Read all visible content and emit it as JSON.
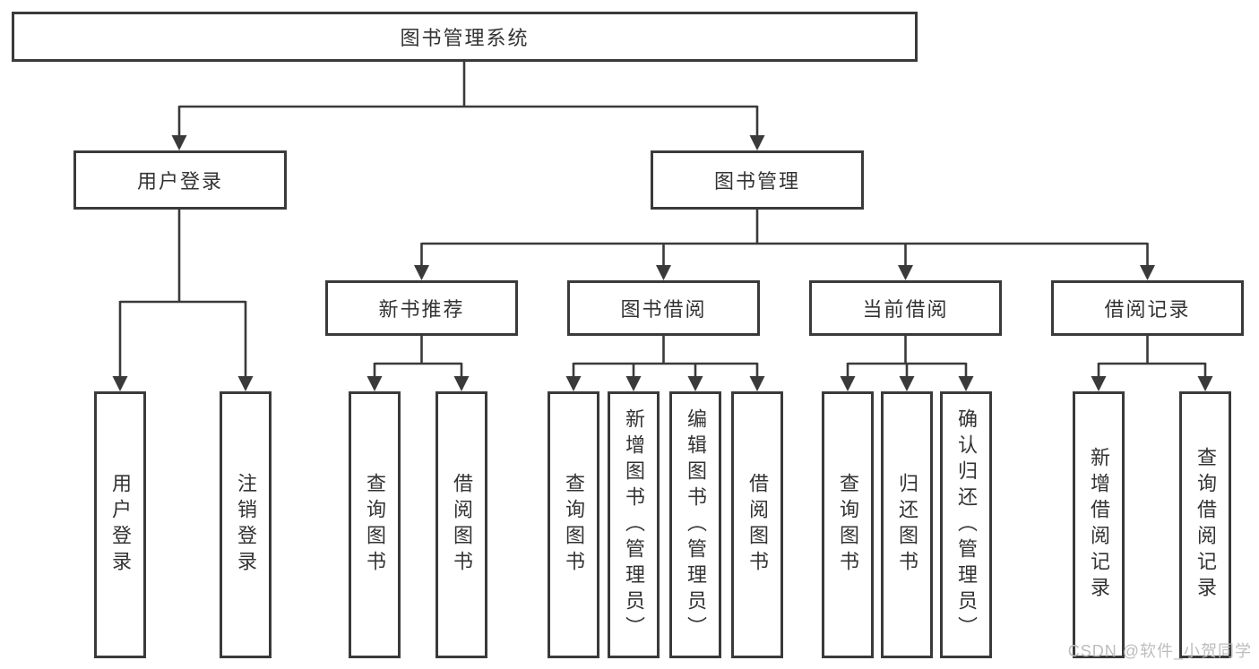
{
  "diagram": {
    "root": {
      "label": "图书管理系统"
    },
    "level2": [
      {
        "label": "用户登录"
      },
      {
        "label": "图书管理"
      }
    ],
    "level3": [
      {
        "label": "新书推荐"
      },
      {
        "label": "图书借阅"
      },
      {
        "label": "当前借阅"
      },
      {
        "label": "借阅记录"
      }
    ],
    "leaves": [
      {
        "label": "用户登录"
      },
      {
        "label": "注销登录"
      },
      {
        "label": "查询图书"
      },
      {
        "label": "借阅图书"
      },
      {
        "label": "查询图书"
      },
      {
        "label": "新增图书（管理员）"
      },
      {
        "label": "编辑图书（管理员）"
      },
      {
        "label": "借阅图书"
      },
      {
        "label": "查询图书"
      },
      {
        "label": "归还图书"
      },
      {
        "label": "确认归还（管理员）"
      },
      {
        "label": "新增借阅记录"
      },
      {
        "label": "查询借阅记录"
      }
    ]
  },
  "watermark": {
    "label": "CSDN @软件_小贺同学"
  },
  "colors": {
    "line": "#3a3a3a",
    "text": "#333333",
    "watermark": "#bdbdbd",
    "background": "#ffffff"
  }
}
